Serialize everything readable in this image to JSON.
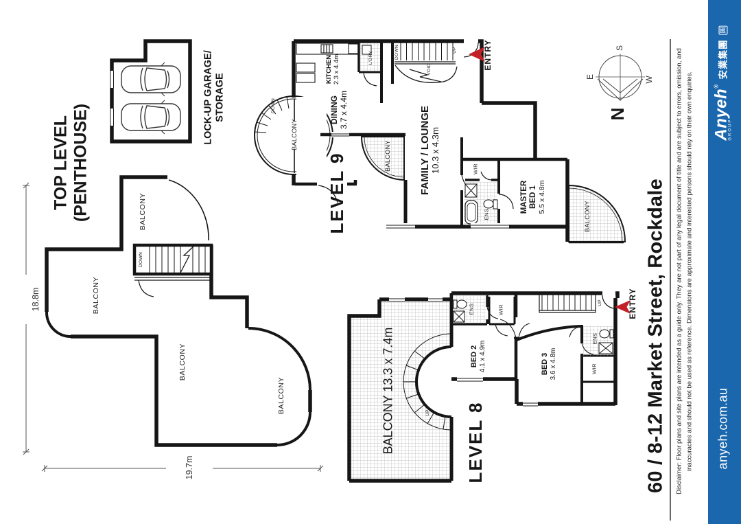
{
  "page": {
    "title_line1": "TOP LEVEL",
    "title_line2": "(PENTHOUSE)"
  },
  "garage": {
    "label_line1": "LOCK-UP GARAGE/",
    "label_line2": "STORAGE"
  },
  "levels": {
    "level9": "LEVEL 9",
    "level8": "LEVEL 8"
  },
  "rooms": {
    "kitchen": {
      "name": "KITCHEN",
      "dims": "2.3 x 4.4m"
    },
    "dining": {
      "name": "DINING",
      "dims": "3.7 x 4.4m"
    },
    "family": {
      "name": "FAMILY / LOUNGE",
      "dims": "10.3 x 4.3m"
    },
    "master": {
      "name_line1": "MASTER",
      "name_line2": "BED 1",
      "dims": "5.5 x 4.8m"
    },
    "bed2": {
      "name": "BED 2",
      "dims": "4.1 x 4.9m"
    },
    "bed3": {
      "name": "BED 3",
      "dims": "3.6 x 4.8m"
    },
    "balcony_l8": "BALCONY 13.3 x 7.4m",
    "balcony": "BALCONY",
    "wir": "WIR",
    "ens": "ENS",
    "laundry": "L'DRY",
    "void": "VOID"
  },
  "stairs": {
    "up": "UP",
    "down": "DOWN"
  },
  "entry": {
    "label": "ENTRY",
    "arrow_color": "#c32127"
  },
  "dimensions": {
    "width": "18.8m",
    "depth": "19.7m"
  },
  "compass": {
    "n": "N",
    "s": "S",
    "e": "E",
    "w": "W"
  },
  "footer": {
    "address": "60 / 8-12 Market Street, Rockdale",
    "disclaimer_line1": "Disclaimer: Floor plans and site plans are intended as a guide only. They are not part of any legal document of title and are subject to errors, omission, and",
    "disclaimer_line2": "inaccuracies and should not be used as reference. Dimensions are approximate and interested persons should rely on their own enquiries."
  },
  "brand": {
    "name": "Anyeh",
    "reg": "®",
    "group": "GROUP",
    "chinese": "安業集團",
    "seal": "圖",
    "website": "anyeh.com.au",
    "bar_color": "#1a67ae"
  }
}
